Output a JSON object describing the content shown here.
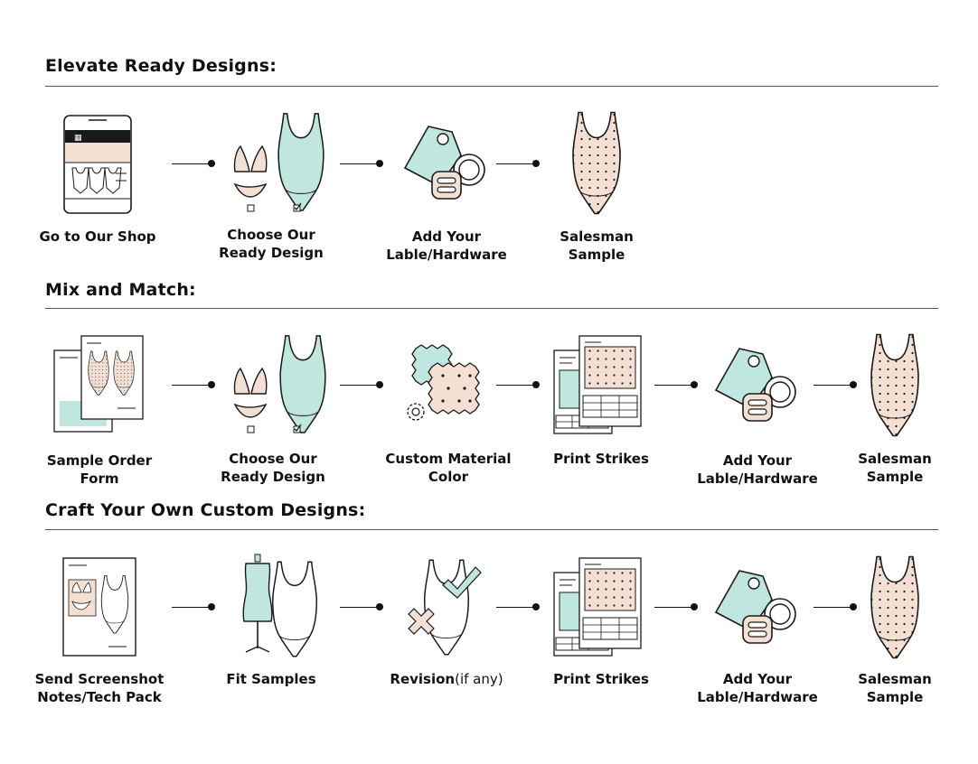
{
  "colors": {
    "mint": "#bfe6df",
    "peach": "#f3e0d2",
    "ink": "#1a1a1a"
  },
  "sections": [
    {
      "title": "Elevate Ready Designs:",
      "steps": [
        {
          "label": "Go to Our Shop",
          "icon": "phone-shop-icon"
        },
        {
          "label": "Choose Our\nReady Design",
          "icon": "swimwear-choice-icon"
        },
        {
          "label": "Add Your\nLable/Hardware",
          "icon": "tag-hardware-icon"
        },
        {
          "label": "Salesman\nSample",
          "icon": "swimsuit-sample-icon"
        }
      ]
    },
    {
      "title": "Mix and Match:",
      "steps": [
        {
          "label": "Sample Order Form",
          "icon": "order-form-icon"
        },
        {
          "label": "Choose Our\nReady Design",
          "icon": "swimwear-choice-icon"
        },
        {
          "label": "Custom Material\nColor",
          "icon": "fabric-swatch-icon"
        },
        {
          "label": "Print Strikes",
          "icon": "print-strikes-icon"
        },
        {
          "label": "Add Your\nLable/Hardware",
          "icon": "tag-hardware-icon"
        },
        {
          "label": "Salesman\nSample",
          "icon": "swimsuit-sample-icon"
        }
      ]
    },
    {
      "title": "Craft Your Own Custom Designs:",
      "steps": [
        {
          "label": "Send Screenshot\nNotes/Tech Pack",
          "icon": "tech-pack-icon"
        },
        {
          "label": "Fit Samples",
          "icon": "dress-form-icon"
        },
        {
          "label": "Revision",
          "label_suffix": "(if any)",
          "icon": "revision-icon"
        },
        {
          "label": "Print Strikes",
          "icon": "print-strikes-icon"
        },
        {
          "label": "Add Your\nLable/Hardware",
          "icon": "tag-hardware-icon"
        },
        {
          "label": "Salesman\nSample",
          "icon": "swimsuit-sample-icon"
        }
      ]
    }
  ]
}
